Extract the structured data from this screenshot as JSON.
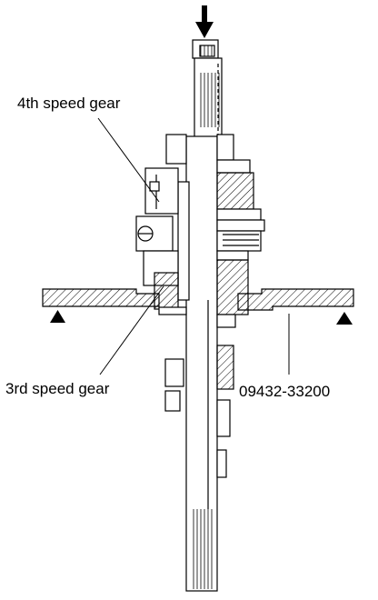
{
  "labels": {
    "fourth_speed_gear": "4th speed gear",
    "third_speed_gear": "3rd speed gear",
    "tool_number": "09432-33200"
  },
  "colors": {
    "ink": "#000000",
    "paper": "#ffffff"
  },
  "icons": {
    "press_direction": "down-arrow-icon",
    "support_points": "triangle-support-icon"
  }
}
